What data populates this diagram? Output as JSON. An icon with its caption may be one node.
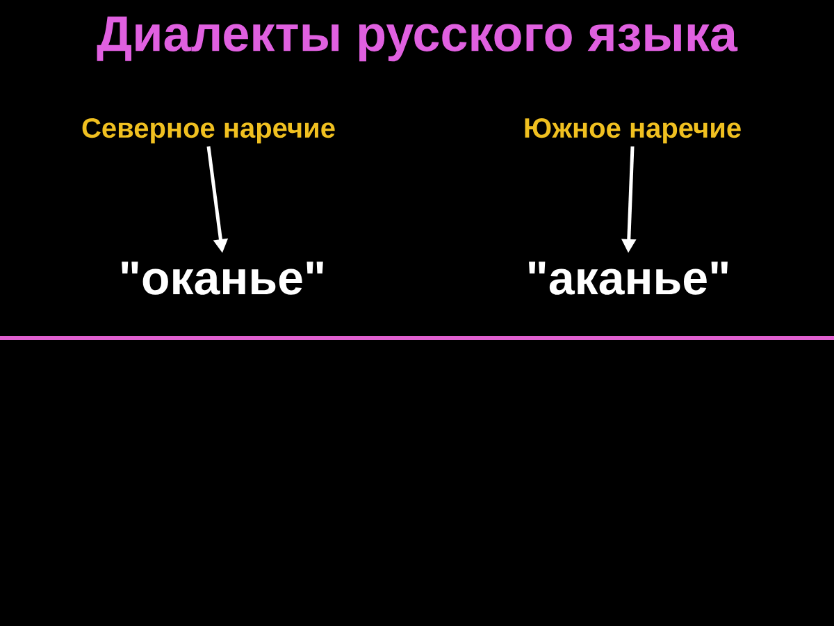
{
  "diagram": {
    "title": "Диалекты русского языка",
    "nodes": [
      {
        "text": [
          "Северное наречие"
        ]
      },
      {
        "text": [
          "Южное наречие"
        ]
      },
      {
        "text": [
          "\"оканье\""
        ]
      },
      {
        "text": [
          "\"аканье\""
        ]
      }
    ],
    "edges": [
      {
        "from": 0,
        "to": 2,
        "arrow": "to"
      },
      {
        "from": 1,
        "to": 3,
        "arrow": "to"
      }
    ]
  }
}
